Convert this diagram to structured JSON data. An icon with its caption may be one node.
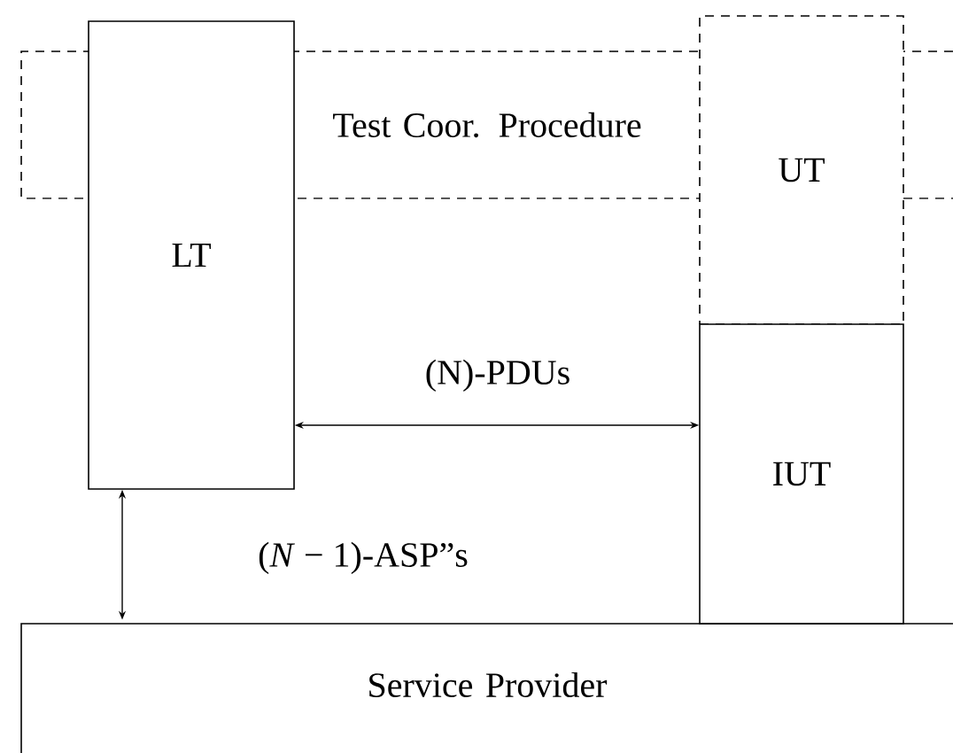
{
  "diagram": {
    "nodes": [
      {
        "text": [
          "LT"
        ]
      },
      {
        "text": [
          "Test Coor. Procedure"
        ]
      },
      {
        "text": [
          "UT"
        ]
      },
      {
        "text": [
          "IUT"
        ]
      },
      {
        "text": [
          "Service Provider"
        ]
      }
    ],
    "edges": [
      {
        "from": 0,
        "to": 3,
        "arrow": "both",
        "label": "(N)-PDUs"
      },
      {
        "from": 0,
        "to": 4,
        "arrow": "both",
        "label": "(*N* − 1)-ASP”s"
      }
    ]
  }
}
